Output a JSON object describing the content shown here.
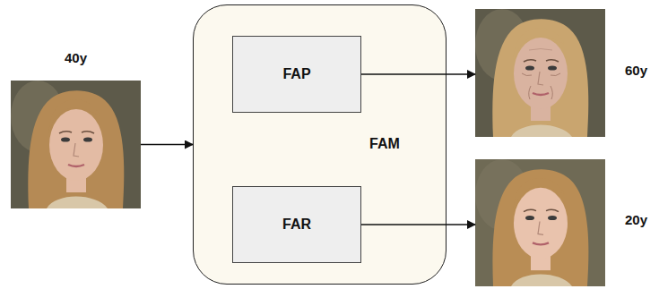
{
  "diagram": {
    "nodes": [
      {
        "text": [
          "40y"
        ]
      },
      {
        "text": [
          "FAM"
        ]
      },
      {
        "text": [
          "FAP"
        ],
        "in": 1
      },
      {
        "text": [
          "FAR"
        ],
        "in": 1
      },
      {
        "text": [
          "60y"
        ]
      },
      {
        "text": [
          "20y"
        ]
      }
    ],
    "edges": [
      {
        "from": 0,
        "to": 1,
        "arrow": "to"
      },
      {
        "from": 2,
        "to": 4,
        "arrow": "to"
      },
      {
        "from": 3,
        "to": 5,
        "arrow": "to"
      }
    ]
  }
}
